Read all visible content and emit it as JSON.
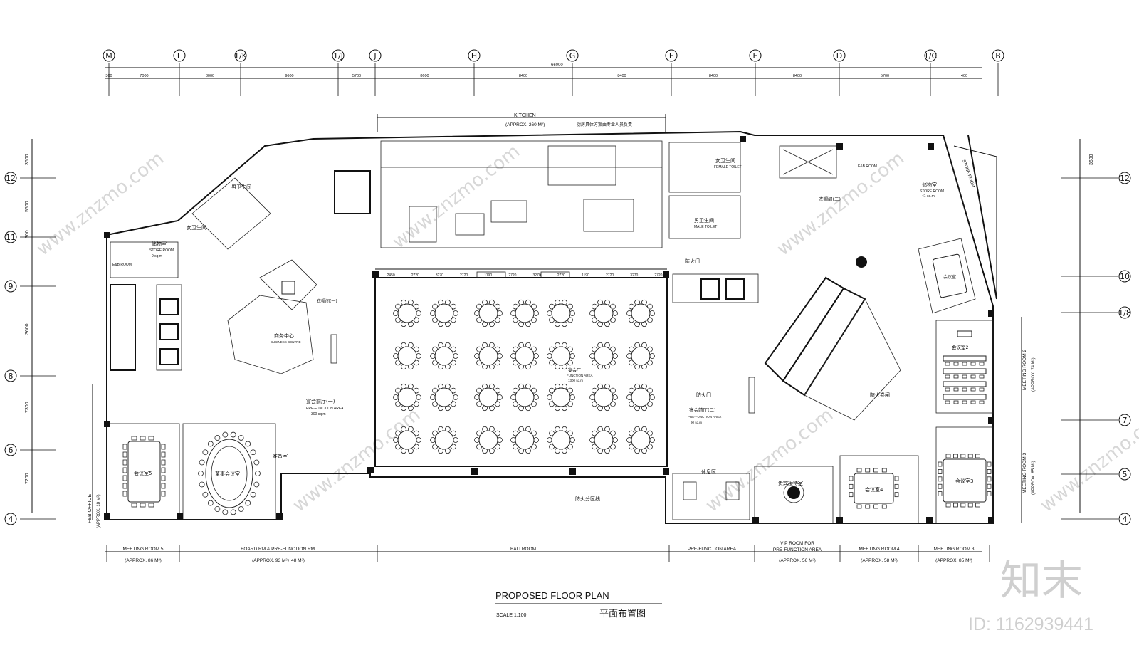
{
  "drawing": {
    "title": "PROPOSED FLOOR PLAN",
    "title_cn": "平面布置图",
    "scale": "SCALE 1:100"
  },
  "watermark": {
    "site": "www.znzmo.com",
    "brand": "知末",
    "id": "ID: 1162939441"
  },
  "grid": {
    "columns": [
      "M",
      "L",
      "1/K",
      "1/J",
      "J",
      "H",
      "G",
      "F",
      "E",
      "D",
      "1/C",
      "B"
    ],
    "rows_left": [
      "12",
      "11",
      "9",
      "8",
      "6",
      "4"
    ],
    "rows_right": [
      "12",
      "10",
      "1/8",
      "7",
      "5",
      "4"
    ],
    "top_dims": [
      "300",
      "7000",
      "8000",
      "9600",
      "5700",
      "8600",
      "8400",
      "8400",
      "8400",
      "8400",
      "5700",
      "400"
    ],
    "overall_dim": "66000",
    "left_dims": [
      "3600",
      "5500",
      "300",
      "3600",
      "7300",
      "7200"
    ],
    "right_dim": "3600"
  },
  "kitchen": {
    "label": "KITCHEN",
    "area": "(APPROX. 260 M²)",
    "note": "厨房具体方案由专业人员负责"
  },
  "rooms": {
    "female_toilet_cn": "女卫生间",
    "female_toilet": "FEMALE TOILET",
    "male_toilet_cn": "男卫生间",
    "male_toilet": "MALE TOILET",
    "left_male_cn": "男卫生间",
    "left_female_cn": "女卫生间",
    "store_cn": "储物室",
    "store": "STORE ROOM",
    "store_area": "9 sq.m",
    "store_right_area": "41 sq.m",
    "eb_room": "E&B ROOM",
    "business_cn": "商务中心",
    "business": "BUSINESS CENTRE",
    "cloak_cn": "衣帽间(一)",
    "cloak2_cn": "衣帽间(二)",
    "prefunction1_cn": "宴会前厅(一)",
    "prefunction": "PRE-FUNCTION AREA",
    "prefunction1_area": "300 sq.m",
    "ballroom_cn": "宴会厅",
    "ballroom": "FUNCTION AREA",
    "ballroom_area": "1300 sq.m",
    "prefunction2_cn": "宴会前厅(二)",
    "prefunction2_area": "90 sq.m",
    "fire_door_cn": "防火门",
    "fire_shutter_cn": "防火卷闸",
    "fire_zone_cn": "防火分区线",
    "prep_cn": "准备室",
    "mr5_cn": "会议室5",
    "board_cn": "董事会议室",
    "rest_cn": "休息区",
    "vip_cn": "贵宾接待室",
    "mr4_cn": "会议室4",
    "mr3_cn": "会议室3",
    "mr2_cn": "会议室2",
    "mr1_cn": "会议室",
    "stone_room": "STONE ROOM",
    "store_right_cn": "储物室",
    "fb_office": "F&B OFFICE",
    "fb_office_area": "(APPROX. 18 M²)",
    "meeting2": "MEETING ROOM 2",
    "meeting2_area": "(APPROX. 74 M²)",
    "meeting3": "MEETING ROOM 3",
    "meeting3_area": "(APPROX. 85 M²)"
  },
  "bottom_labels": [
    {
      "name": "MEETING ROOM 5",
      "area": "(APPROX. 86 M²)"
    },
    {
      "name": "BOARD RM & PRE-FUNCTION RM.",
      "area": "(APPROX. 93 M²+ 48 M²)"
    },
    {
      "name": "BALLROOM",
      "area": ""
    },
    {
      "name": "PRE-FUNCTION AREA",
      "area": ""
    },
    {
      "name": "VIP ROOM FOR PRE-FUNCTION AREA",
      "area": "(APPROX. 56 M²)"
    },
    {
      "name": "MEETING ROOM 4",
      "area": "(APPROX. 58 M²)"
    },
    {
      "name": "MEETING ROOM 3",
      "area": "(APPROX. 85 M²)"
    }
  ],
  "ballroom_dims": [
    "2450",
    "2720",
    "3270",
    "2720",
    "1190",
    "2720",
    "3270",
    "2720",
    "1190",
    "2720",
    "3270",
    "2720"
  ]
}
